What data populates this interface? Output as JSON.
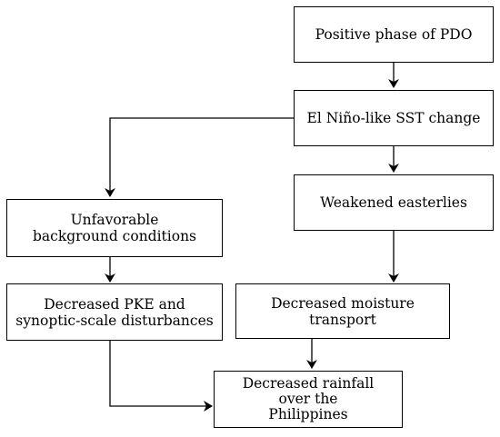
{
  "nodes": {
    "pdo": {
      "label": "Positive phase of PDO"
    },
    "sst": {
      "label": "El Niño-like SST change"
    },
    "easterlies": {
      "label": "Weakened easterlies"
    },
    "background": {
      "label": "Unfavorable\nbackground conditions"
    },
    "pke": {
      "label": "Decreased PKE and\nsynoptic-scale disturbances"
    },
    "moisture": {
      "label": "Decreased moisture\ntransport"
    },
    "rainfall": {
      "label": "Decreased rainfall\nover the\nPhilippines"
    }
  }
}
